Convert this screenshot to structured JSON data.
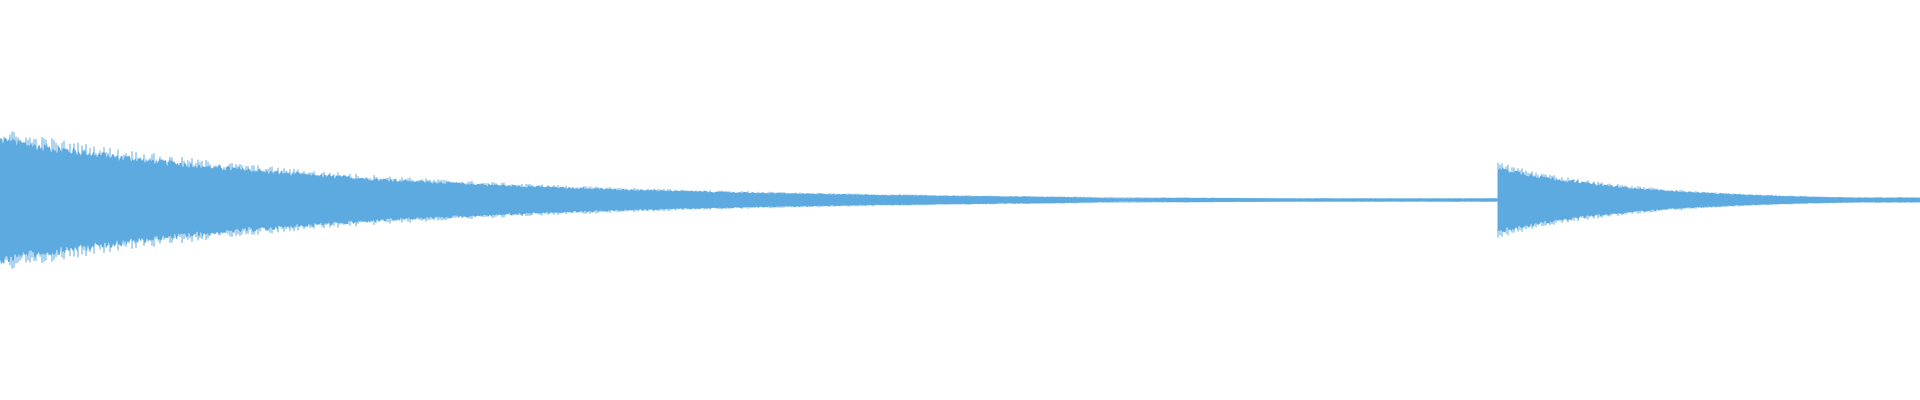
{
  "waveform": {
    "color": "#5DAAE0",
    "background": "#FFFFFF",
    "events": [
      {
        "label": "first-note",
        "start_fraction": 0.0,
        "peak_amplitude": 0.3,
        "decay": 0.82,
        "floor": 0.008
      },
      {
        "label": "second-note",
        "start_fraction": 0.78,
        "peak_amplitude": 0.16,
        "decay": 0.6,
        "floor": 0.012
      }
    ],
    "quiet_dip_fraction": 0.585
  }
}
